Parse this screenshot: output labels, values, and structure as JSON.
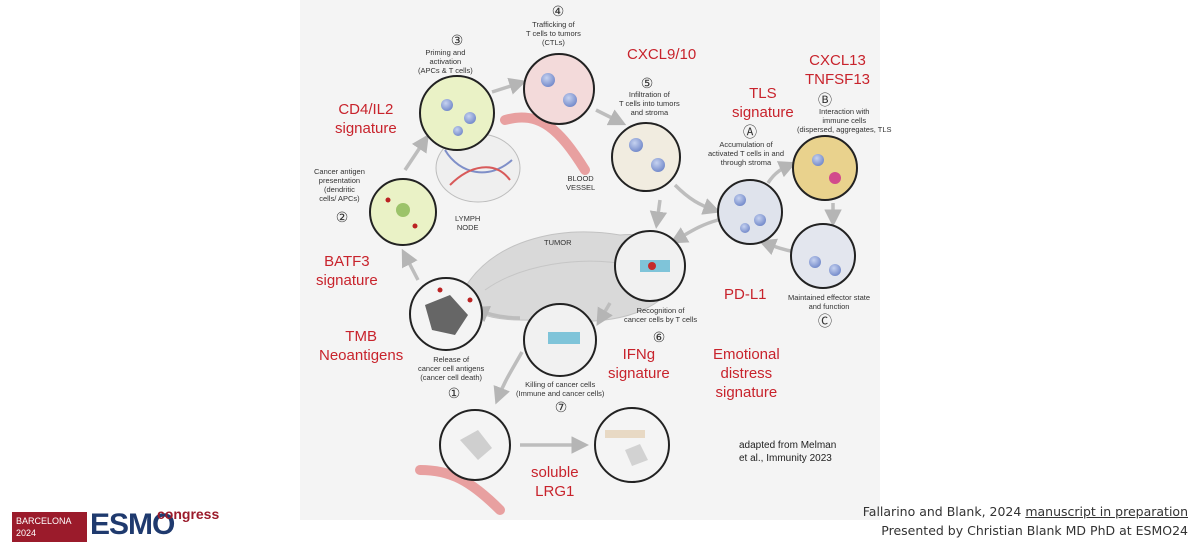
{
  "diagram": {
    "red_labels": {
      "cd4_il2": "CD4/IL2\nsignature",
      "batf3": "BATF3\nsignature",
      "tmb": "TMB\nNeoantigens",
      "cxcl910": "CXCL9/10",
      "tls": "TLS\nsignature",
      "cxcl13": "CXCL13\nTNFSF13",
      "pdl1": "PD-L1",
      "ifng": "IFNg\nsignature",
      "emotional": "Emotional\ndistress\nsignature",
      "lrg1": "soluble\nLRG1"
    },
    "steps": {
      "s1": "①",
      "s2": "②",
      "s3": "③",
      "s4": "④",
      "s5": "⑤",
      "s6": "⑥",
      "s7": "⑦",
      "sA": "Ⓐ",
      "sB": "Ⓑ",
      "sC": "Ⓒ"
    },
    "captions": {
      "priming": "Priming and\nactivation\n(APCs & T cells)",
      "trafficking": "Trafficking of\nT cells to tumors\n(CTLs)",
      "infiltration": "Infiltration of\nT cells into tumors\nand stroma",
      "antigen_presentation": "Cancer antigen\npresentation\n(dendritic\ncells/ APCs)",
      "lymph_node": "LYMPH\nNODE",
      "blood_vessel": "BLOOD\nVESSEL",
      "tumor": "TUMOR",
      "accumulation": "Accumulation of\nactivated T cells in and\nthrough stroma",
      "interaction": "Interaction with\nimmune cells\n(dispersed, aggregates, TLS",
      "maintained": "Maintained effector state\nand function",
      "recognition": "Recognition of\ncancer cells by T cells",
      "killing": "Killing of cancer cells\n(Immune and cancer cells)",
      "release": "Release of\ncancer cell antigens\n(cancer cell death)"
    },
    "source_credit": "adapted from Melman\net al., Immunity 2023"
  },
  "footer": {
    "line1_prefix": "Fallarino and Blank, 2024 ",
    "line1_link": "manuscript in preparation",
    "line2": "Presented by Christian Blank MD PhD at ESMO24",
    "logo": {
      "place": "BARCELONA\n2024",
      "brand": "ESMO",
      "congress": "congress"
    }
  },
  "colors": {
    "accent_red": "#c8232c",
    "logo_red": "#9b1b2b",
    "logo_blue": "#1f3a6e",
    "arrow_grey": "#bdbdbd",
    "cell_blue": "#8fa4d8"
  }
}
